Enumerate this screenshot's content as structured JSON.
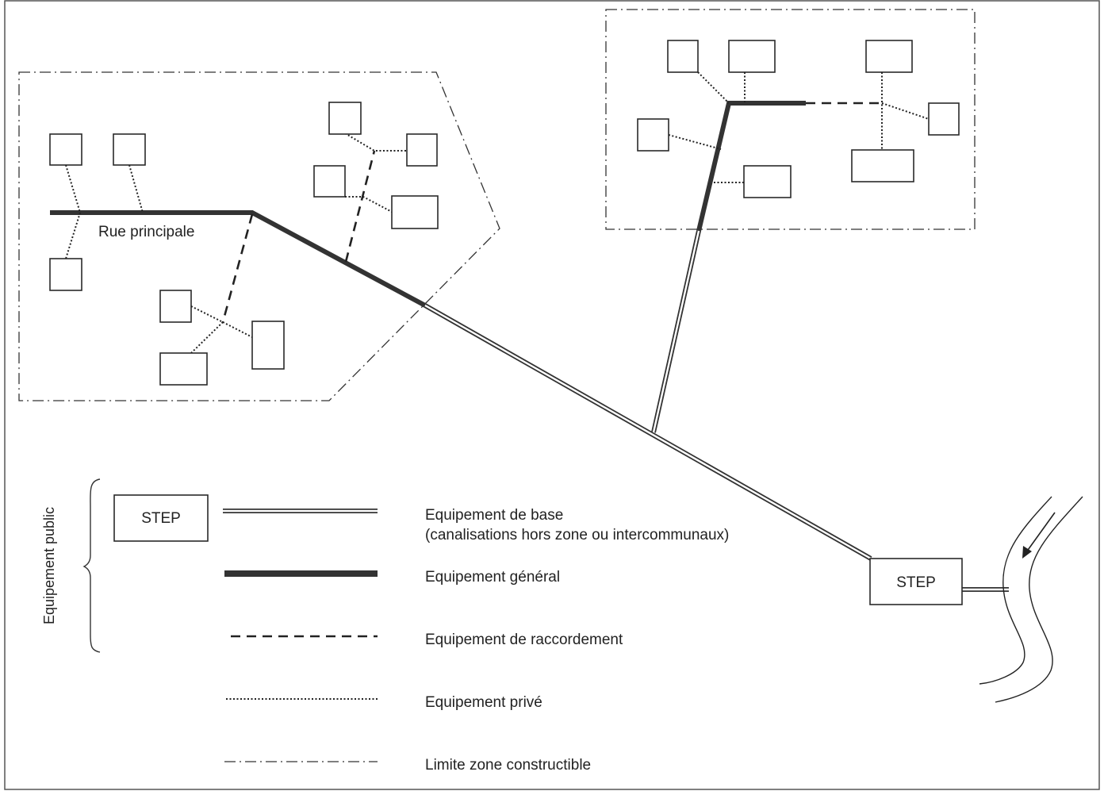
{
  "diagram": {
    "street_label": "Rue principale",
    "step_label": "STEP",
    "legend_group_label": "Equipement public",
    "legend": {
      "step_label": "STEP",
      "base_line1": "Equipement de base",
      "base_line2": "(canalisations hors zone ou intercommunaux)",
      "general": "Equipement général",
      "raccordement": "Equipement de raccordement",
      "prive": "Equipement privé",
      "limite": "Limite zone constructible"
    }
  }
}
